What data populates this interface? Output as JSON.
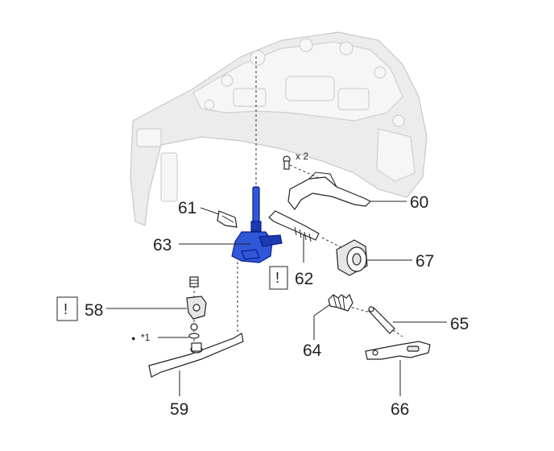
{
  "callouts": {
    "p58": "58",
    "p59": "59",
    "p60": "60",
    "p61": "61",
    "p62": "62",
    "p63": "63",
    "p64": "64",
    "p65": "65",
    "p66": "66",
    "p67": "67"
  },
  "notes": {
    "x2": "x 2",
    "star1": "*1",
    "bullet": "●",
    "caution_symbol": "!"
  },
  "colors": {
    "highlight_part": "#2f57d8",
    "line": "#222222",
    "housing": "#ececec"
  }
}
